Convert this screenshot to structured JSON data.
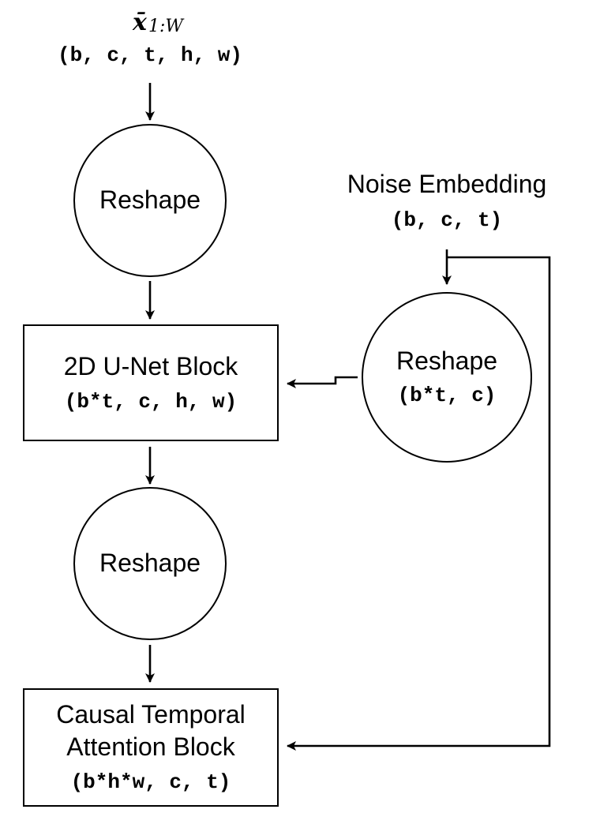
{
  "input": {
    "symbol": "x̄",
    "subscript": "1:W",
    "shape": "(b, c, t, h, w)"
  },
  "nodes": {
    "reshape_top": {
      "label": "Reshape"
    },
    "unet_block": {
      "label": "2D U-Net Block",
      "shape": "(b*t, c, h, w)"
    },
    "reshape_mid": {
      "label": "Reshape"
    },
    "attention_block": {
      "line1": "Causal Temporal",
      "line2": "Attention Block",
      "shape": "(b*h*w, c, t)"
    },
    "noise_embedding": {
      "label": "Noise Embedding",
      "shape": "(b, c, t)"
    },
    "reshape_noise": {
      "label": "Reshape",
      "shape": "(b*t, c)"
    }
  }
}
